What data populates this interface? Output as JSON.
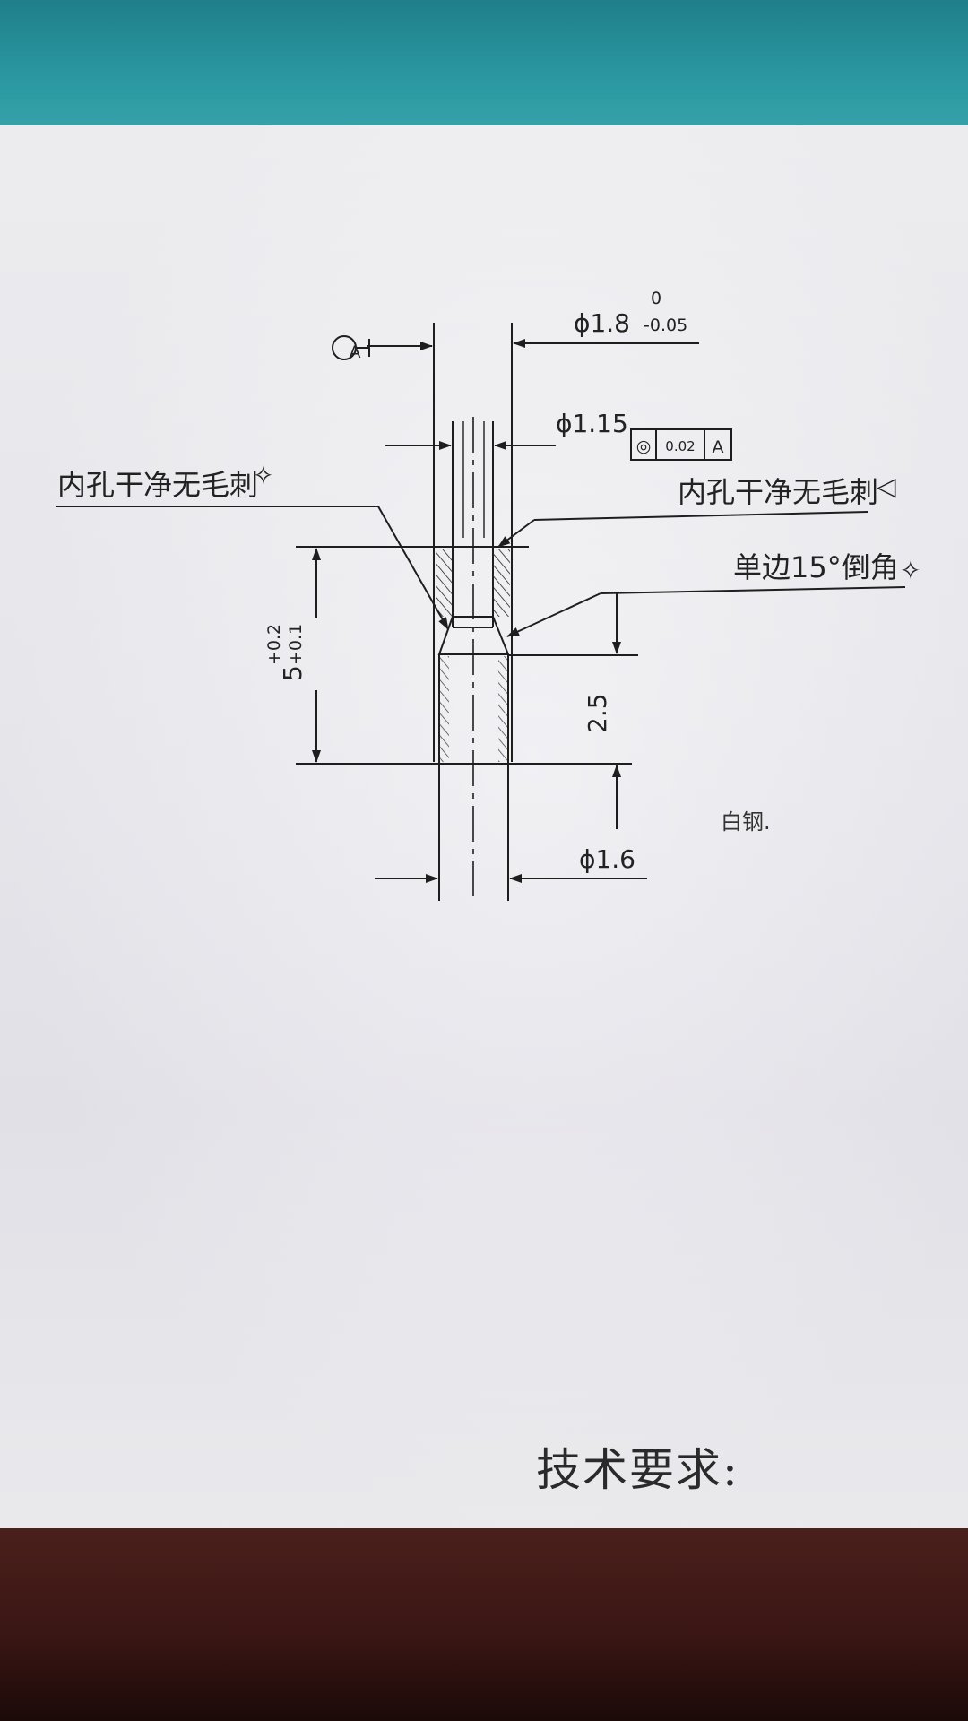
{
  "drawing": {
    "dim_outer_diameter": "ϕ1.8",
    "dim_outer_tol_upper": "0",
    "dim_outer_tol_lower": "-0.05",
    "datum_label": "A",
    "dim_inner_diameter": "ϕ1.15",
    "gdt_concentricity_symbol": "◎",
    "gdt_tolerance": "0.02",
    "gdt_datum": "A",
    "note_left": "内孔干净无毛刺",
    "note_right": "内孔干净无毛刺",
    "note_chamfer": "单边15°倒角",
    "dim_height": "5",
    "dim_height_tol_upper": "+0.2",
    "dim_height_tol_lower": "+0.1",
    "dim_step_height": "2.5",
    "dim_bottom_diameter": "ϕ1.6",
    "material_handwritten": "白钢."
  },
  "tech_requirements_label": "技术要求:",
  "colors": {
    "paper": "#eeeef2",
    "line": "#1e1e1e",
    "teal_background": "#2a8a93",
    "brown_table": "#3a1614"
  }
}
